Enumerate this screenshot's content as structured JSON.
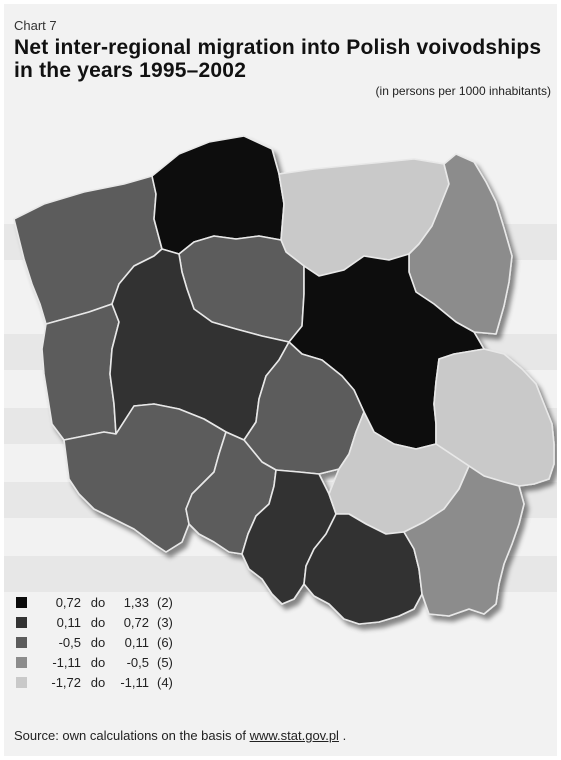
{
  "chart_label": "Chart 7",
  "title": "Net inter-regional migration into Polish voivodships in the years 1995–2002",
  "unit": "(in persons per 1000 inhabitants)",
  "colors": {
    "class_1": "#0a0a0a",
    "class_2": "#333333",
    "class_3": "#5c5c5c",
    "class_4": "#8c8c8c",
    "class_5": "#c9c9c9"
  },
  "legend": [
    {
      "from": "0,72",
      "word": "do",
      "to": "1,33",
      "count": "(2)",
      "color": "#0a0a0a"
    },
    {
      "from": "0,11",
      "word": "do",
      "to": "0,72",
      "count": "(3)",
      "color": "#333333"
    },
    {
      "from": "-0,5",
      "word": "do",
      "to": "0,11",
      "count": "(6)",
      "color": "#5c5c5c"
    },
    {
      "from": "-1,11",
      "word": "do",
      "to": "-0,5",
      "count": "(5)",
      "color": "#8c8c8c"
    },
    {
      "from": "-1,72",
      "word": "do",
      "to": "-1,11",
      "count": "(4)",
      "color": "#c9c9c9"
    }
  ],
  "source": {
    "prefix": "Source: own calculations on the basis of",
    "link": "www.stat.gov.pl",
    "suffix": "."
  }
}
